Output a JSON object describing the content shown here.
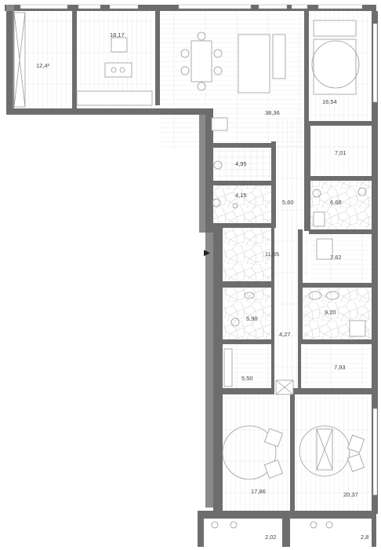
{
  "rooms": [
    {
      "id": "room-a",
      "area": "12,4²"
    },
    {
      "id": "room-b",
      "area": "18,17"
    },
    {
      "id": "room-c",
      "area": "38,36"
    },
    {
      "id": "room-d",
      "area": "16,54"
    },
    {
      "id": "room-e",
      "area": "7,01"
    },
    {
      "id": "room-f",
      "area": "4,95"
    },
    {
      "id": "room-g",
      "area": "4,15"
    },
    {
      "id": "room-h",
      "area": "6,68"
    },
    {
      "id": "room-i",
      "area": "5,60"
    },
    {
      "id": "room-j",
      "area": "11,65"
    },
    {
      "id": "room-k",
      "area": "7,62"
    },
    {
      "id": "room-l",
      "area": "5,90"
    },
    {
      "id": "room-m",
      "area": "9,20"
    },
    {
      "id": "room-n",
      "area": "4,27"
    },
    {
      "id": "room-o",
      "area": "5,50"
    },
    {
      "id": "room-p",
      "area": "7,93"
    },
    {
      "id": "room-q",
      "area": "17,86"
    },
    {
      "id": "room-r",
      "area": "20,37"
    },
    {
      "id": "room-s",
      "area": "2,02"
    },
    {
      "id": "room-t",
      "area": "2,8"
    }
  ],
  "entrance_marker": "entrance-arrow-icon",
  "colors": {
    "wall": "#6d6d6d",
    "floor": "#ffffff",
    "hatch": "#d6d6d6",
    "label": "#444444"
  }
}
